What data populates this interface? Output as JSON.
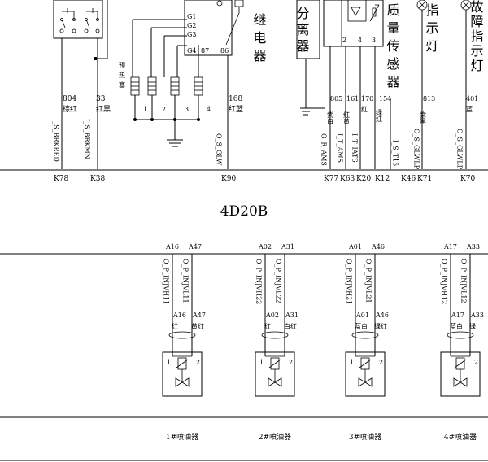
{
  "engine_model": "4D20B",
  "upper": {
    "relay_label": "继电器",
    "separator_label": "分离器",
    "sensor_label": "质量传感器",
    "indicator_label": "指示灯",
    "fault_label": "故障指示灯",
    "glow_label": "预热塞",
    "relay_pins": [
      "G1",
      "G2",
      "G3",
      "G4",
      "87",
      "86"
    ],
    "glow_numbers": [
      "1",
      "2",
      "3",
      "4"
    ],
    "sensor_pins": [
      "2",
      "4",
      "3"
    ],
    "wires": [
      {
        "num": "804",
        "color": "棕红",
        "signal": "I_S_BRKRED",
        "conn": "K78"
      },
      {
        "num": "33",
        "color": "红黑",
        "signal": "I_S_BRKMN",
        "conn": "K38"
      },
      {
        "num": "168",
        "color": "红蓝",
        "signal": "O_S_GLW",
        "conn": "K90"
      },
      {
        "num": "805",
        "color": "紫白",
        "signal": "G_R_AMS",
        "conn": "K77"
      },
      {
        "num": "161",
        "color": "红黄",
        "signal": "I_T_AMS",
        "conn": "K63"
      },
      {
        "num": "170",
        "color": "红",
        "signal": "I_T_IATS",
        "conn": "K20"
      },
      {
        "num": "154",
        "color": "绿红",
        "signal": "I_S_T15",
        "conn": "K12"
      },
      {
        "num": "",
        "color": "",
        "signal": "",
        "conn": "K46"
      },
      {
        "num": "813",
        "color": "紫黑",
        "signal": "O_S_GLWLP",
        "conn": "K71"
      },
      {
        "num": "401",
        "color": "蓝",
        "signal": "O_S_GLWLP",
        "conn": "K70"
      }
    ]
  },
  "injectors": [
    {
      "pins": [
        "A16",
        "A47"
      ],
      "signals": [
        "O_P_INJVH11",
        "O_P_INJVL11"
      ],
      "colors": [
        "红",
        "黄红"
      ],
      "coil_pins": [
        "1",
        "2"
      ],
      "label": "1#喷油器"
    },
    {
      "pins": [
        "A02",
        "A31"
      ],
      "signals": [
        "O_P_INJVH22",
        "O_P_INJVL22"
      ],
      "colors": [
        "红",
        "白红"
      ],
      "coil_pins": [
        "1",
        "2"
      ],
      "label": "2#喷油器"
    },
    {
      "pins": [
        "A01",
        "A46"
      ],
      "signals": [
        "O_P_INJVH21",
        "O_P_INJVL21"
      ],
      "colors": [
        "蓝白",
        "绿红"
      ],
      "coil_pins": [
        "1",
        "2"
      ],
      "label": "3#喷油器"
    },
    {
      "pins": [
        "A17",
        "A33"
      ],
      "signals": [
        "O_P_INJVH12",
        "O_P_INJVL12"
      ],
      "colors": [
        "蓝白",
        "绿"
      ],
      "coil_pins": [
        "1",
        "2"
      ],
      "label": "4#喷油器"
    }
  ]
}
